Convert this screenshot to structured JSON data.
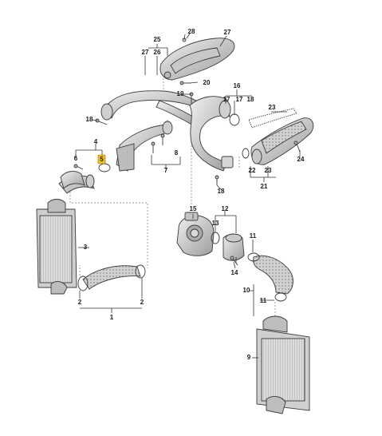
{
  "callouts": [
    {
      "id": "c1",
      "text": "1"
    },
    {
      "id": "c2a",
      "text": "2"
    },
    {
      "id": "c2b",
      "text": "2"
    },
    {
      "id": "c3",
      "text": "3"
    },
    {
      "id": "c4",
      "text": "4"
    },
    {
      "id": "c5",
      "text": "5",
      "highlighted": true
    },
    {
      "id": "c6",
      "text": "6"
    },
    {
      "id": "c7",
      "text": "7"
    },
    {
      "id": "c8",
      "text": "8"
    },
    {
      "id": "c9",
      "text": "9"
    },
    {
      "id": "c10",
      "text": "10"
    },
    {
      "id": "c11a",
      "text": "11"
    },
    {
      "id": "c11b",
      "text": "11"
    },
    {
      "id": "c12",
      "text": "12"
    },
    {
      "id": "c13",
      "text": "13"
    },
    {
      "id": "c14",
      "text": "14"
    },
    {
      "id": "c15",
      "text": "15"
    },
    {
      "id": "c16",
      "text": "16"
    },
    {
      "id": "c17a",
      "text": "17"
    },
    {
      "id": "c17b",
      "text": "17"
    },
    {
      "id": "c18a",
      "text": "18"
    },
    {
      "id": "c18b",
      "text": "18"
    },
    {
      "id": "c18c",
      "text": "18"
    },
    {
      "id": "c19",
      "text": "19"
    },
    {
      "id": "c20",
      "text": "20"
    },
    {
      "id": "c21",
      "text": "21"
    },
    {
      "id": "c22",
      "text": "22"
    },
    {
      "id": "c23a",
      "text": "23"
    },
    {
      "id": "c23b",
      "text": "23"
    },
    {
      "id": "c24",
      "text": "24"
    },
    {
      "id": "c25",
      "text": "25"
    },
    {
      "id": "c26",
      "text": "26"
    },
    {
      "id": "c27a",
      "text": "27"
    },
    {
      "id": "c27b",
      "text": "27"
    },
    {
      "id": "c28",
      "text": "28"
    }
  ],
  "colors": {
    "highlight": "#f2c21b",
    "part_fill": "#d9d9d9",
    "part_dark": "#9a9a9a",
    "hose_texture": "#bdbdbd"
  }
}
